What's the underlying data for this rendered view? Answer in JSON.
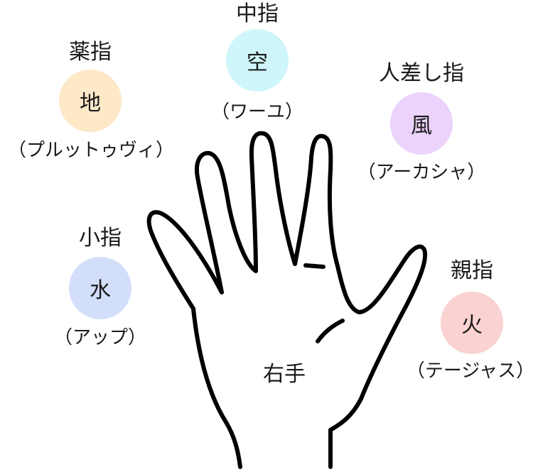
{
  "colors": {
    "outline": "#000000",
    "circle_earth": "#fde8c8",
    "circle_void": "#cff6fa",
    "circle_wind": "#ebd3fb",
    "circle_water": "#d2defa",
    "circle_fire": "#fbd2d2"
  },
  "fingers": {
    "ring": {
      "name": "薬指",
      "element": "地",
      "reading": "（プルットゥヴィ）"
    },
    "middle": {
      "name": "中指",
      "element": "空",
      "reading": "（ワーユ）"
    },
    "index": {
      "name": "人差し指",
      "element": "風",
      "reading": "（アーカシャ）"
    },
    "little": {
      "name": "小指",
      "element": "水",
      "reading": "（アップ）"
    },
    "thumb": {
      "name": "親指",
      "element": "火",
      "reading": "（テージャス）"
    }
  },
  "hand_label": "右手"
}
